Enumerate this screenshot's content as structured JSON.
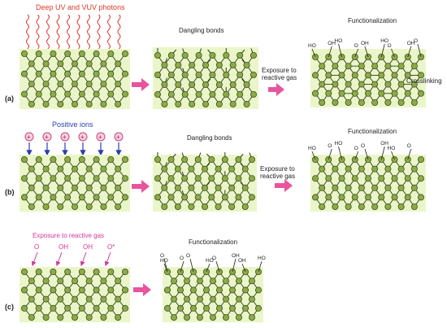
{
  "colors": {
    "panel_fill": "#eaf6c9",
    "atom_fill": "#8daa4a",
    "atom_stroke": "#3d5218",
    "bond": "#2f3a1c",
    "photon": "#e0392a",
    "ion_text": "#2d3ea8",
    "ion_circle": "#d23c78",
    "reactive_text": "#d2379a",
    "arrow_fill": "#e8559c",
    "label_text": "#222222"
  },
  "rows": [
    {
      "id": "a",
      "label": "(a)",
      "source_label": "Deep UV and VUV photons",
      "mid_label": "Dangling bonds",
      "exposure_label": [
        "Exposure to",
        "reactive gas"
      ],
      "result_label": "Functionalization",
      "crosslink_label": "Crosslinking",
      "groups": [
        "HO",
        "OH",
        "HO",
        "O",
        "OH",
        "HO",
        "O",
        "OH",
        "O"
      ]
    },
    {
      "id": "b",
      "label": "(b)",
      "source_label": "Positive ions",
      "ion_symbol": "+",
      "mid_label": "Dangling bonds",
      "exposure_label": [
        "Exposure to",
        "reactive gas"
      ],
      "result_label": "Functionalization",
      "groups": [
        "HO",
        "O",
        "HO",
        "O",
        "O",
        "OH",
        "HO",
        "O"
      ]
    },
    {
      "id": "c",
      "label": "(c)",
      "source_label": "Exposure to reactive gas",
      "species": [
        "O",
        "OH",
        "OH",
        "O*"
      ],
      "result_label": "Functionalization",
      "groups": [
        "HO",
        "O",
        "O",
        "HO",
        "O",
        "OH",
        "OH",
        "HO",
        "O"
      ]
    }
  ]
}
